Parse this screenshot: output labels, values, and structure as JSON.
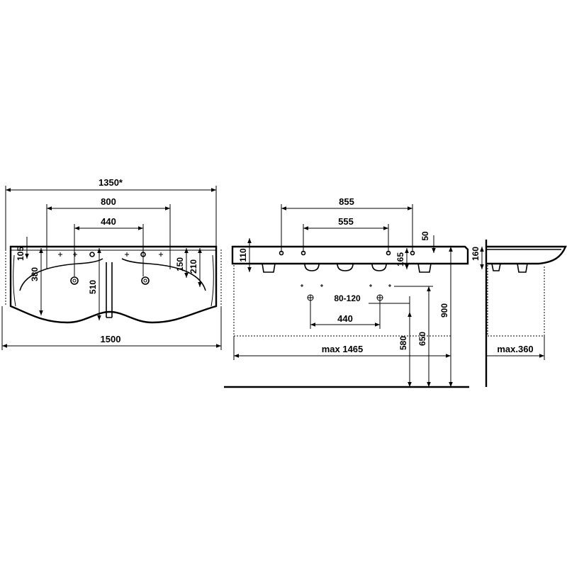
{
  "top_view": {
    "overall_width_star": "1350*",
    "tap_spacing_outer": "800",
    "tap_spacing_inner": "440",
    "depth_105": "105",
    "depth_380": "380",
    "depth_510": "510",
    "depth_150": "150",
    "depth_210": "210",
    "total_width": "1500"
  },
  "front_view": {
    "width_855": "855",
    "width_555": "555",
    "height_50": "50",
    "height_110": "110",
    "height_165": "165",
    "drain_range": "80-120",
    "drain_spacing": "440",
    "max_width": "max 1465",
    "height_580": "580",
    "height_650": "650",
    "height_900": "900"
  },
  "side_view": {
    "height_160": "160",
    "max_depth": "max.360"
  }
}
